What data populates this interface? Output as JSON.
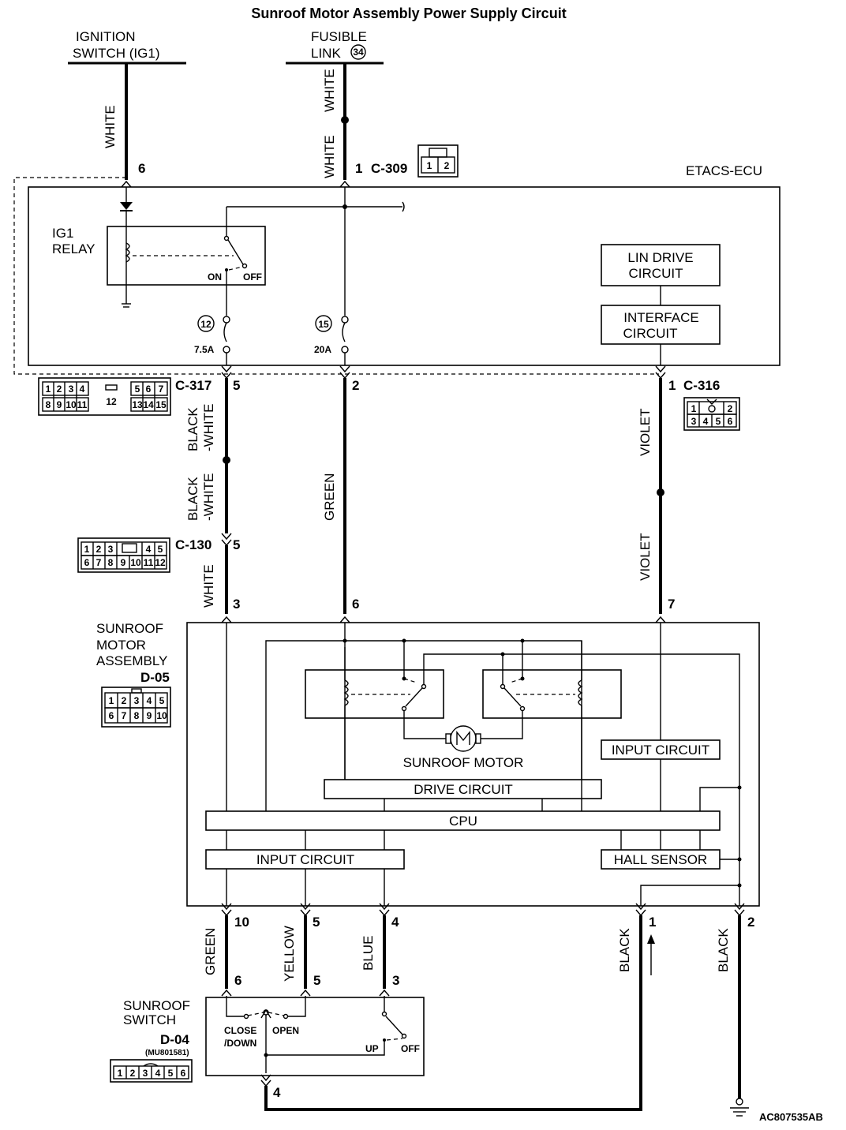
{
  "title": "Sunroof Motor Assembly Power Supply Circuit",
  "sources": {
    "ign_line1": "IGNITION",
    "ign_line2": "SWITCH (IG1)",
    "fus_line1": "FUSIBLE",
    "fus_line2": "LINK",
    "fus_num": "34"
  },
  "etacs": {
    "label": "ETACS-ECU",
    "relay_line1": "IG1",
    "relay_line2": "RELAY",
    "relay_on": "ON",
    "relay_off": "OFF",
    "lin_line1": "LIN DRIVE",
    "lin_line2": "CIRCUIT",
    "if_line1": "INTERFACE",
    "if_line2": "CIRCUIT",
    "fuse1_num": "12",
    "fuse1_rating": "7.5A",
    "fuse2_num": "15",
    "fuse2_rating": "20A"
  },
  "connectors": {
    "c309": "C-309",
    "c317": "C-317",
    "c316": "C-316",
    "c130": "C-130",
    "d05": "D-05",
    "d04": "D-04",
    "d04_part": "(MU801581)"
  },
  "pins": {
    "ign_in": "6",
    "fus_in": "1",
    "c317_a": "5",
    "c317_b": "2",
    "c316": "1",
    "c130": "5",
    "d05_3": "3",
    "d05_6": "6",
    "d05_7": "7",
    "d05_10": "10",
    "d05_5": "5",
    "d05_4": "4",
    "d05_1": "1",
    "d05_2": "2",
    "d04_6": "6",
    "d04_5": "5",
    "d04_3": "3",
    "d04_4": "4"
  },
  "wires": {
    "white": "WHITE",
    "black_white": "BLACK\n-WHITE",
    "black_white_l1": "BLACK",
    "black_white_l2": "-WHITE",
    "green": "GREEN",
    "violet": "VIOLET",
    "yellow": "YELLOW",
    "blue": "BLUE",
    "black": "BLACK"
  },
  "motor_assembly": {
    "line1": "SUNROOF",
    "line2": "MOTOR",
    "line3": "ASSEMBLY",
    "motor_label": "SUNROOF MOTOR",
    "drive_circuit": "DRIVE CIRCUIT",
    "cpu": "CPU",
    "input_circuit_top": "INPUT CIRCUIT",
    "input_circuit_bottom": "INPUT CIRCUIT",
    "hall_sensor": "HALL SENSOR"
  },
  "switch": {
    "line1": "SUNROOF",
    "line2": "SWITCH",
    "close1": "CLOSE",
    "close2": "/DOWN",
    "open": "OPEN",
    "up": "UP",
    "off": "OFF"
  },
  "connector_cells": {
    "c309": [
      "1",
      "2"
    ],
    "c317_top": [
      "1",
      "2",
      "3",
      "4",
      "5",
      "6",
      "7"
    ],
    "c317_mid": "12",
    "c317_bot": [
      "8",
      "9",
      "10",
      "11",
      "13",
      "14",
      "15"
    ],
    "c316_top": [
      "1",
      "2"
    ],
    "c316_bot": [
      "3",
      "4",
      "5",
      "6"
    ],
    "c130_top": [
      "1",
      "2",
      "3",
      "4",
      "5"
    ],
    "c130_bot": [
      "6",
      "7",
      "8",
      "9",
      "10",
      "11",
      "12"
    ],
    "d05_top": [
      "1",
      "2",
      "3",
      "4",
      "5"
    ],
    "d05_bot": [
      "6",
      "7",
      "8",
      "9",
      "10"
    ],
    "d04": [
      "1",
      "2",
      "3",
      "4",
      "5",
      "6"
    ]
  },
  "code": "AC807535AB"
}
